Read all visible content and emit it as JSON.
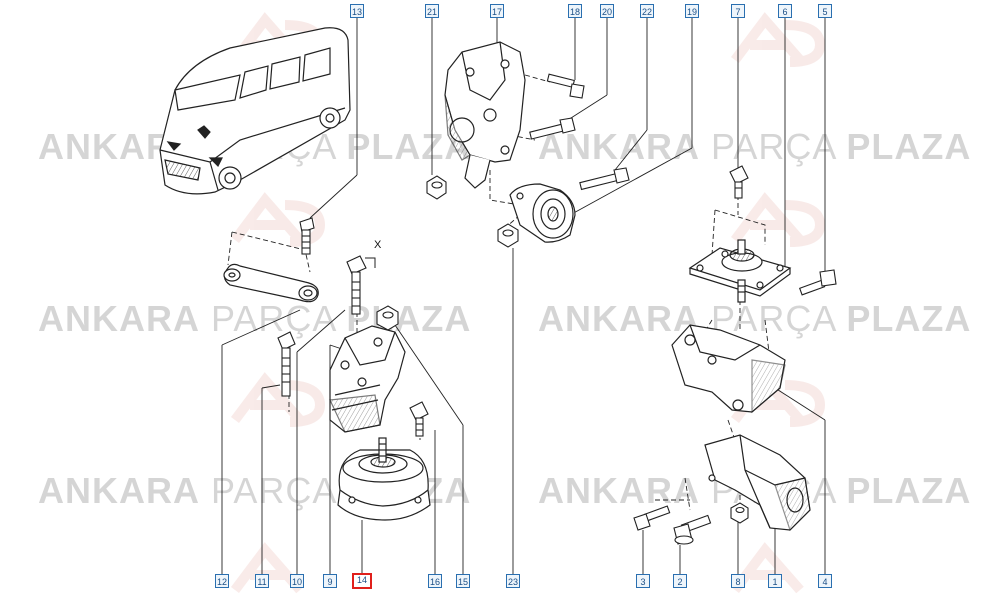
{
  "watermark": {
    "brand": "ANKARA",
    "middle": "PARÇA",
    "suffix": "PLAZA"
  },
  "axis_marker": "X",
  "callouts": {
    "c13": "13",
    "c21": "21",
    "c17": "17",
    "c18": "18",
    "c20": "20",
    "c22": "22",
    "c19": "19",
    "c7": "7",
    "c6": "6",
    "c5": "5",
    "c12": "12",
    "c11": "11",
    "c10": "10",
    "c9": "9",
    "c14": "14",
    "c16": "16",
    "c15": "15",
    "c23": "23",
    "c3": "3",
    "c2": "2",
    "c8": "8",
    "c1": "1",
    "c4": "4"
  },
  "selected_callout": "14",
  "colors": {
    "line": "#222222",
    "callout_border": "#2a6fb0",
    "selected_border": "#e0201c"
  }
}
